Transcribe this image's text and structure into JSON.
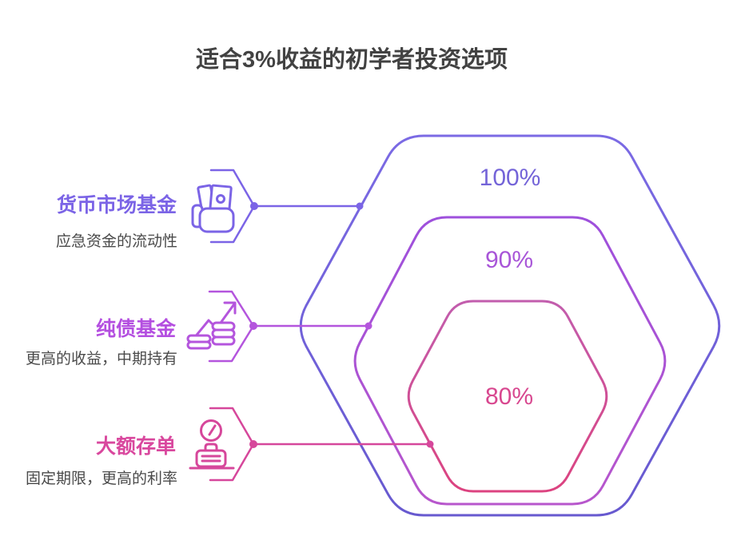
{
  "title": "适合3%收益的初学者投资选项",
  "palette": {
    "title_color": "#424242",
    "description_color": "#4a4a4a",
    "outer_hexagon": "#7161da",
    "middle_hexagon": "#aa54d6",
    "inner_hexagon": "#d2489b"
  },
  "hexagons": [
    {
      "label": "100%",
      "color": "#7464d8"
    },
    {
      "label": "90%",
      "color": "#a855d8"
    },
    {
      "label": "80%",
      "color": "#d8478f"
    }
  ],
  "items": [
    {
      "heading": "货币市场基金",
      "description": "应急资金的流动性",
      "icon": "cash-in-hand-icon",
      "level": "100%",
      "color": "#7b64e6"
    },
    {
      "heading": "纯债基金",
      "description": "更高的收益，中期持有",
      "icon": "chart-up-coins-icon",
      "level": "90%",
      "color": "#b455dd"
    },
    {
      "heading": "大额存单",
      "description": "固定期限，更高的利率",
      "icon": "clock-briefcase-icon",
      "level": "80%",
      "color": "#d6479b"
    }
  ]
}
